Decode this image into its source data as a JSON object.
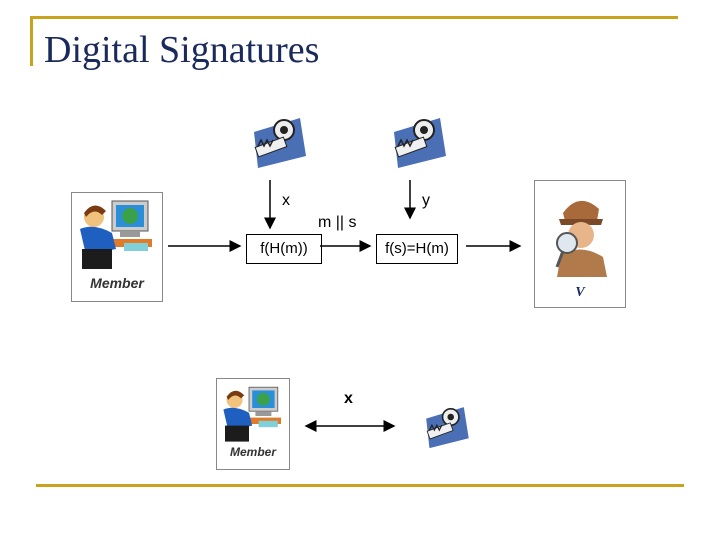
{
  "slide": {
    "title": "Digital Signatures",
    "accent_color": "#c9a21e"
  },
  "diagram": {
    "member_label": "Member",
    "member_label_bottom": "Member",
    "verifier_label": "V",
    "key_top_left_label": "x",
    "key_top_right_label": "y",
    "message_label": "m || s",
    "sign_box_label": "f(H(m))",
    "verify_box_label": "f(s)=H(m)",
    "bottom_label": "x",
    "icons": [
      "member-computer-icon",
      "key-icon",
      "detective-icon"
    ]
  }
}
